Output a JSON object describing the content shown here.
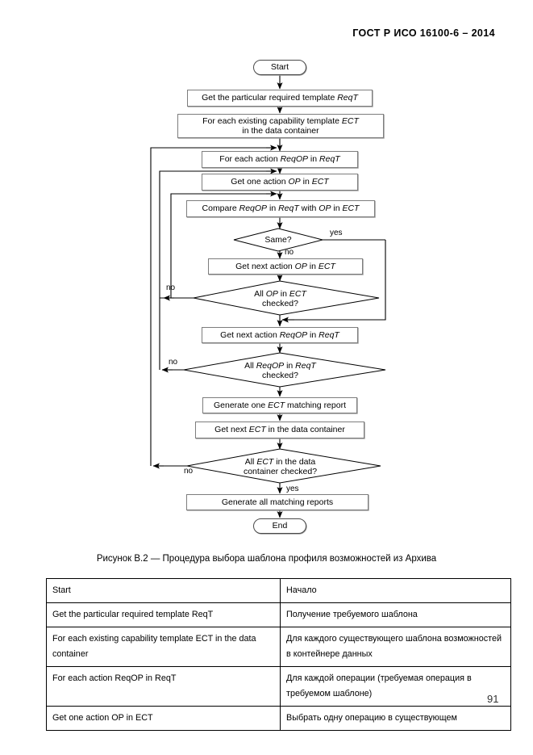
{
  "document": {
    "header": "ГОСТ Р ИСО 16100-6 – 2014",
    "page_number": "91",
    "caption": "Рисунок В.2 — Процедура выбора шаблона профиля возможностей из Архива"
  },
  "flowchart": {
    "type": "flowchart",
    "nodes": {
      "start": "Start",
      "get_required_template": "Get the particular required template ReqT",
      "for_each_ect_line1": "For each existing capability template ECT",
      "for_each_ect_line2": "in the data container",
      "for_each_reqop": "For each action ReqOP in ReqT",
      "get_one_op": "Get one action OP in ECT",
      "compare": "Compare ReqOP in ReqT with OP in ECT",
      "same_decision": "Same?",
      "get_next_op": "Get next action OP in ECT",
      "all_op_checked_line1": "All OP in ECT",
      "all_op_checked_line2": "checked?",
      "get_next_reqop": "Get next action ReqOP in ReqT",
      "all_reqop_checked_line1": "All ReqOP in ReqT",
      "all_reqop_checked_line2": "checked?",
      "generate_one_report": "Generate one ECT matching report",
      "get_next_ect": "Get next ECT in the data container",
      "all_ect_checked_line1": "All ECT in the data",
      "all_ect_checked_line2": "container checked?",
      "generate_all_reports": "Generate all matching reports",
      "end": "End"
    },
    "edge_labels": {
      "same_yes": "yes",
      "same_no": "no",
      "all_op_no": "no",
      "all_reqop_no": "no",
      "all_ect_no": "no",
      "all_ect_yes": "yes"
    }
  },
  "table": {
    "rows": [
      {
        "en": "Start",
        "ru": "Начало"
      },
      {
        "en": "Get the particular required template ReqT",
        "ru": "Получение требуемого шаблона"
      },
      {
        "en": "For each existing capability template ECT in the data container",
        "ru": "Для каждого существующего шаблона возможностей в контейнере данных"
      },
      {
        "en": "For each action ReqOP in ReqT",
        "ru": "Для каждой операции (требуемая операция в требуемом шаблоне)"
      },
      {
        "en": "Get one action OP in ECT",
        "ru": "Выбрать одну операцию в существующем"
      }
    ]
  }
}
